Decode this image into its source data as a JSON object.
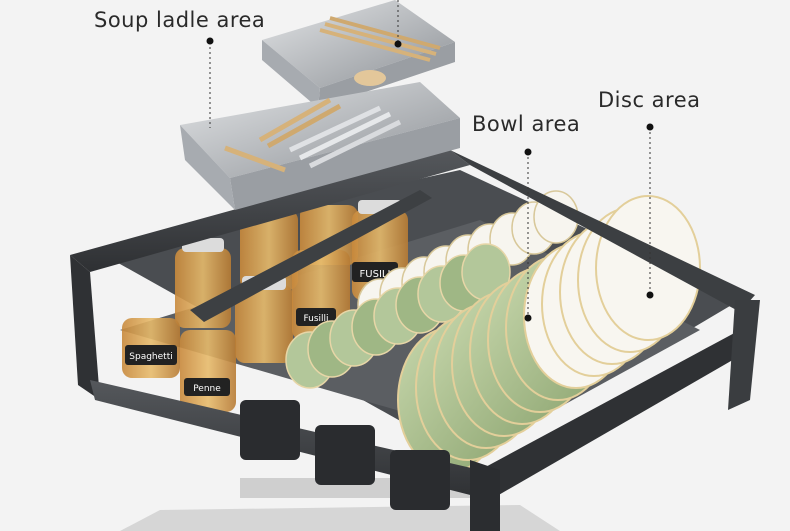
{
  "callouts": {
    "soup_ladle": "Soup ladle area",
    "bowl": "Bowl area",
    "disc": "Disc area"
  },
  "jar_labels": {
    "fusilli": "FUSILI",
    "spaghetti": "Spaghetti",
    "fusilli_jar2": "Fusilli",
    "penne": "Penne"
  },
  "colors": {
    "background": "#f3f3f3",
    "frame": "#3b3d40",
    "plate_green": "#a9c08e",
    "plate_white": "#f6f4ee",
    "steel": "#b9bcc0",
    "pasta": "#d9a552"
  }
}
